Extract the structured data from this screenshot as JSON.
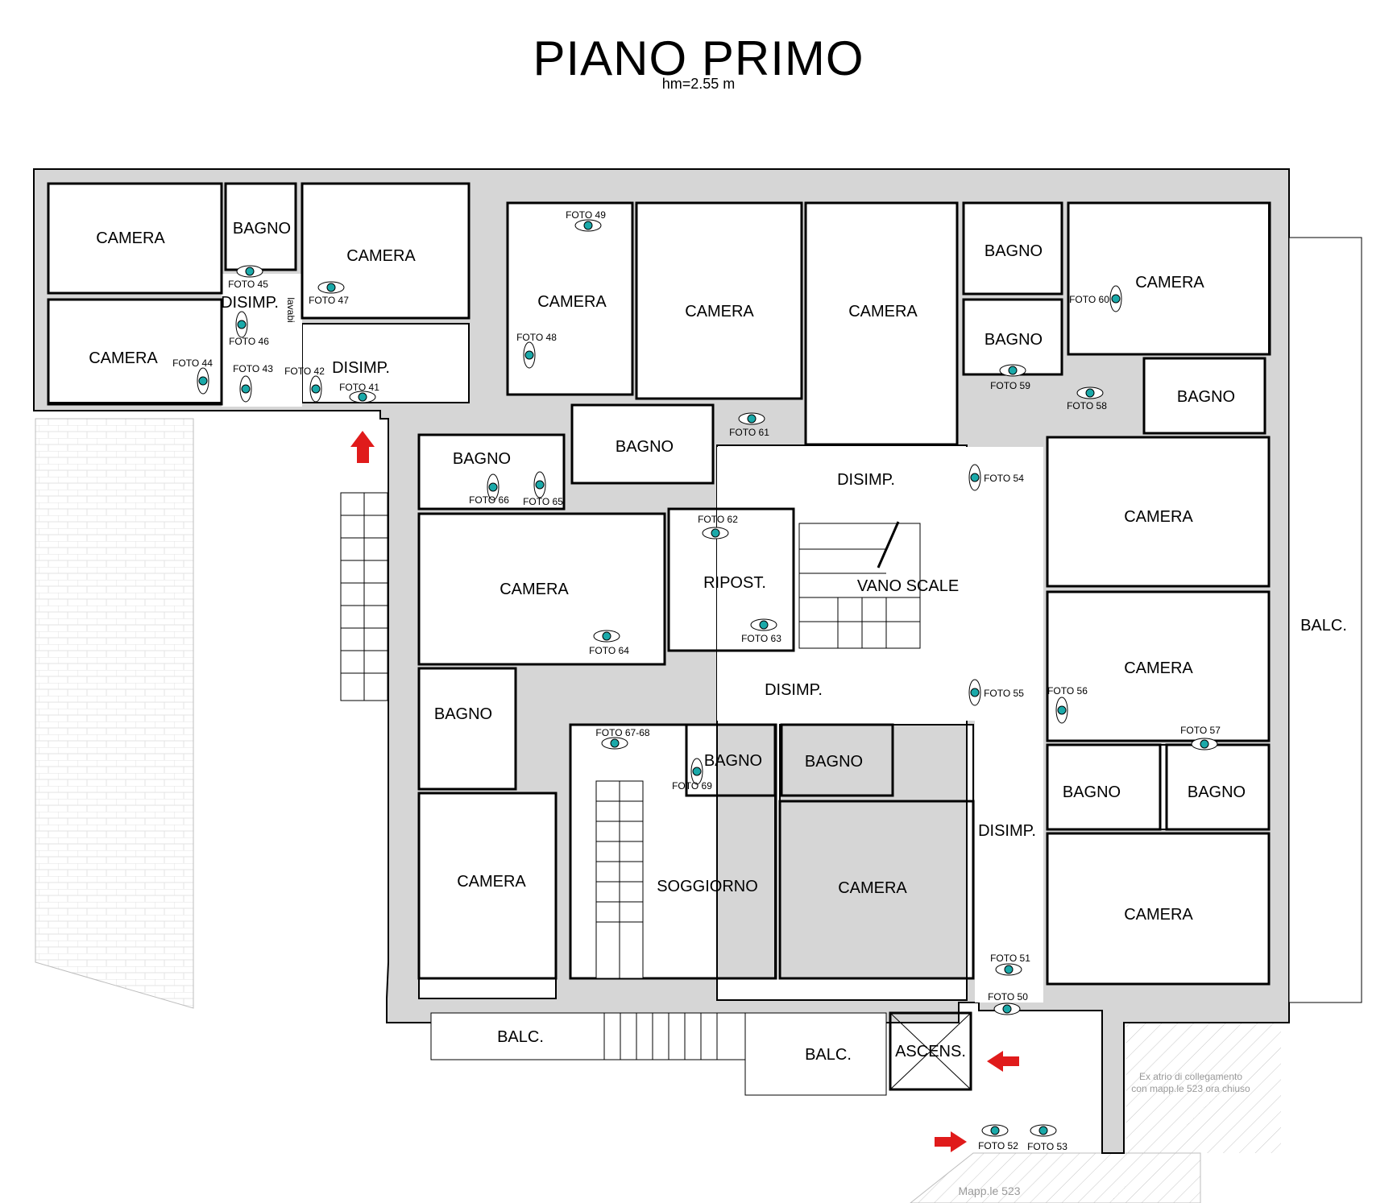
{
  "header": {
    "title": "PIANO PRIMO",
    "subtitle": "hm=2.55 m"
  },
  "rooms": [
    {
      "label": "CAMERA"
    },
    {
      "label": "BAGNO"
    },
    {
      "label": "CAMERA"
    },
    {
      "label": "DISIMP."
    },
    {
      "label": "CAMERA"
    },
    {
      "label": "DISIMP."
    },
    {
      "label": "CAMERA"
    },
    {
      "label": "CAMERA"
    },
    {
      "label": "CAMERA"
    },
    {
      "label": "BAGNO"
    },
    {
      "label": "BAGNO"
    },
    {
      "label": "CAMERA"
    },
    {
      "label": "BAGNO"
    },
    {
      "label": "BAGNO"
    },
    {
      "label": "BAGNO"
    },
    {
      "label": "DISIMP."
    },
    {
      "label": "CAMERA"
    },
    {
      "label": "RIPOST."
    },
    {
      "label": "VANO SCALE"
    },
    {
      "label": "CAMERA"
    },
    {
      "label": "DISIMP."
    },
    {
      "label": "CAMERA"
    },
    {
      "label": "BAGNO"
    },
    {
      "label": "BAGNO"
    },
    {
      "label": "BAGNO"
    },
    {
      "label": "BAGNO"
    },
    {
      "label": "BAGNO"
    },
    {
      "label": "DISIMP."
    },
    {
      "label": "CAMERA"
    },
    {
      "label": "SOGGIORNO"
    },
    {
      "label": "CAMERA"
    },
    {
      "label": "CAMERA"
    },
    {
      "label": "BALC."
    },
    {
      "label": "BALC."
    },
    {
      "label": "ASCENS."
    },
    {
      "label": "BALC."
    },
    {
      "label": "lavabi"
    }
  ],
  "photos": [
    {
      "label": "FOTO 41"
    },
    {
      "label": "FOTO 42"
    },
    {
      "label": "FOTO 43"
    },
    {
      "label": "FOTO 44"
    },
    {
      "label": "FOTO 45"
    },
    {
      "label": "FOTO 46"
    },
    {
      "label": "FOTO 47"
    },
    {
      "label": "FOTO 48"
    },
    {
      "label": "FOTO 49"
    },
    {
      "label": "FOTO 50"
    },
    {
      "label": "FOTO 51"
    },
    {
      "label": "FOTO 52"
    },
    {
      "label": "FOTO 53"
    },
    {
      "label": "FOTO 54"
    },
    {
      "label": "FOTO 55"
    },
    {
      "label": "FOTO 56"
    },
    {
      "label": "FOTO 57"
    },
    {
      "label": "FOTO 58"
    },
    {
      "label": "FOTO 59"
    },
    {
      "label": "FOTO 60"
    },
    {
      "label": "FOTO 61"
    },
    {
      "label": "FOTO 62"
    },
    {
      "label": "FOTO 63"
    },
    {
      "label": "FOTO 64"
    },
    {
      "label": "FOTO 65"
    },
    {
      "label": "FOTO 66"
    },
    {
      "label": "FOTO 67-68"
    },
    {
      "label": "FOTO 69"
    }
  ],
  "notes": {
    "ex_atrio_line1": "Ex atrio di collegamento",
    "ex_atrio_line2": "con mapp.le 523 ora chiuso",
    "mappale": "Mapp.le 523"
  },
  "colors": {
    "wall": "#d6d6d6",
    "wall_stroke": "#000000",
    "arrow": "#e01b1b",
    "camera_icon": "#1aa9a9",
    "hatch": "#bdbdbd"
  },
  "icons": {
    "photo_marker": "eye-camera-icon",
    "direction": "red-arrow-icon"
  }
}
